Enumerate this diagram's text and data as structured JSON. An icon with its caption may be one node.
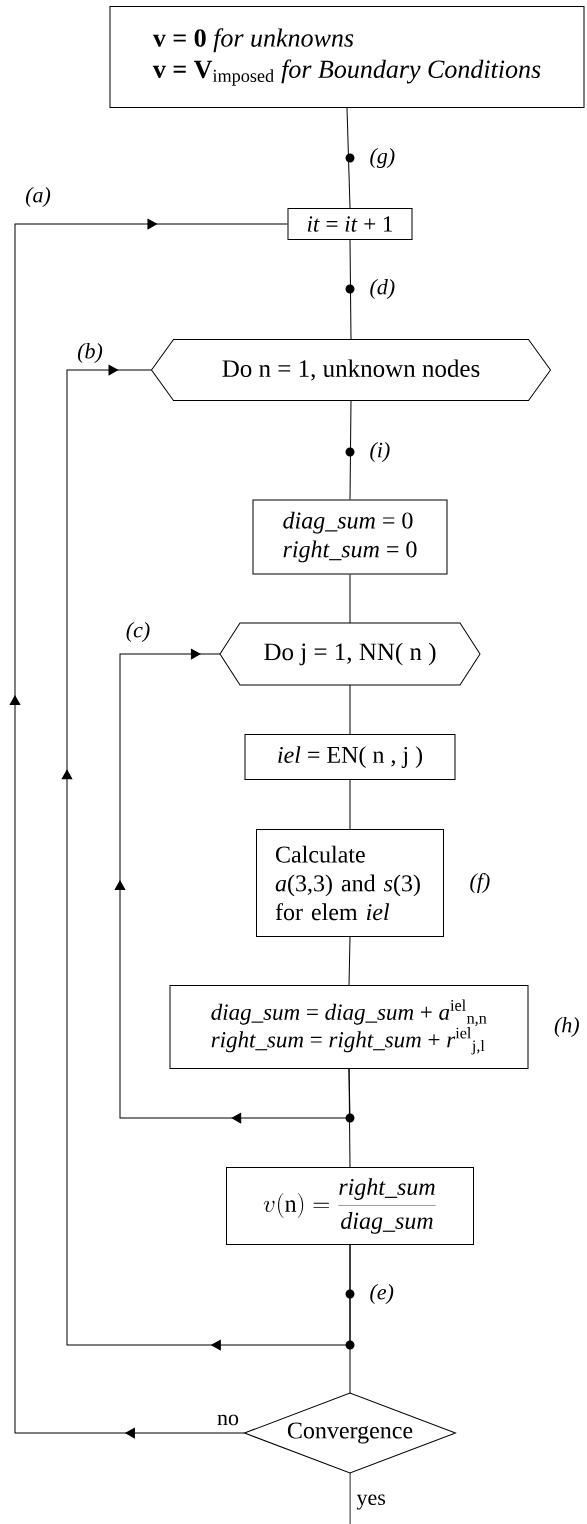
{
  "diagram": {
    "nodes": [
      {
        "text": [
          "**v = 0**           *for unknowns*",
          "**v = V**$_{imposed}$ *for Boundary Conditions*"
        ]
      },
      {
        "text": [
          "*it* = *it* + 1"
        ]
      },
      {
        "text": [
          "Do n = 1, unknown  nodes"
        ]
      },
      {
        "text": [
          "*diag_sum* = 0",
          "*right_sum* = 0"
        ]
      },
      {
        "text": [
          "Do  j = 1, NN( n )"
        ]
      },
      {
        "text": [
          "*iel* = EN( n , j )"
        ]
      },
      {
        "text": [
          "Calculate *a*(3,3) and *s*(3) for elem *iel*"
        ],
        "beside": [
          "(f)"
        ]
      },
      {
        "text": [
          "*diag_sum* = *diag_sum* + *a*$^{iel}$$_{n,n}$",
          "*right_sum* = *right_sum* + *r*$^{iel}$$_{j,l}$"
        ],
        "beside": [
          "(h)"
        ]
      },
      {
        "text": [
          "v(\\mathrm{n}) = \\frac{\\mathit{right\\_sum}}{\\mathit{diag\\_sum}}"
        ]
      },
      {
        "text": [
          "Convergence"
        ]
      }
    ],
    "edges": [
      {
        "from": 0,
        "to": 1,
        "arrow": "none"
      },
      {
        "from": 1,
        "to": 2,
        "arrow": "none"
      },
      {
        "from": 2,
        "to": 3,
        "arrow": "none"
      },
      {
        "from": 3,
        "to": 4,
        "arrow": "none"
      },
      {
        "from": 4,
        "to": 5,
        "arrow": "none"
      },
      {
        "from": 5,
        "to": 6,
        "arrow": "none"
      },
      {
        "from": 6,
        "to": 7,
        "arrow": "none"
      },
      {
        "from": 7,
        "to": 8,
        "arrow": "none"
      },
      {
        "from": 8,
        "to": 9,
        "arrow": "none"
      },
      {
        "from": 7,
        "to": 4,
        "arrow": "to"
      },
      {
        "from": 8,
        "to": 2,
        "arrow": "to"
      },
      {
        "from": 9,
        "to": 1,
        "arrow": "to",
        "label": "no"
      },
      {
        "from": 9,
        "to": null,
        "arrow": "none",
        "label": "yes"
      }
    ],
    "labels": [
      "(g)",
      "(a)",
      "(d)",
      "(b)",
      "(i)",
      "(c)",
      "(e)"
    ]
  }
}
